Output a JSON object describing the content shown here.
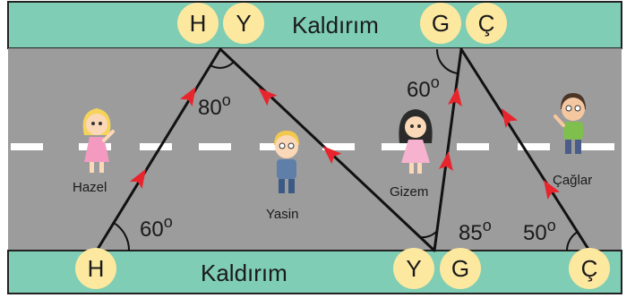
{
  "sidewalk_top": {
    "label": "Kaldırım"
  },
  "sidewalk_bottom": {
    "label": "Kaldırım"
  },
  "top_markers": [
    "H",
    "Y",
    "G",
    "Ç"
  ],
  "bottom_markers": [
    "H",
    "Y",
    "G",
    "Ç"
  ],
  "angles": {
    "hazel_start": "60",
    "top_left_apex": "80",
    "top_right_apex": "60",
    "yasin_gizem_meet": "85",
    "caglar_start": "50",
    "degree_symbol": "o"
  },
  "children": {
    "hazel": "Hazel",
    "yasin": "Yasin",
    "gizem": "Gizem",
    "caglar": "Çağlar"
  },
  "colors": {
    "sidewalk": "#7ecdb4",
    "road": "#9c9c9c",
    "lane_mark": "#ffffff",
    "marker_fill": "#fde8a0",
    "arrow": "#e8242c",
    "path": "#111111"
  }
}
